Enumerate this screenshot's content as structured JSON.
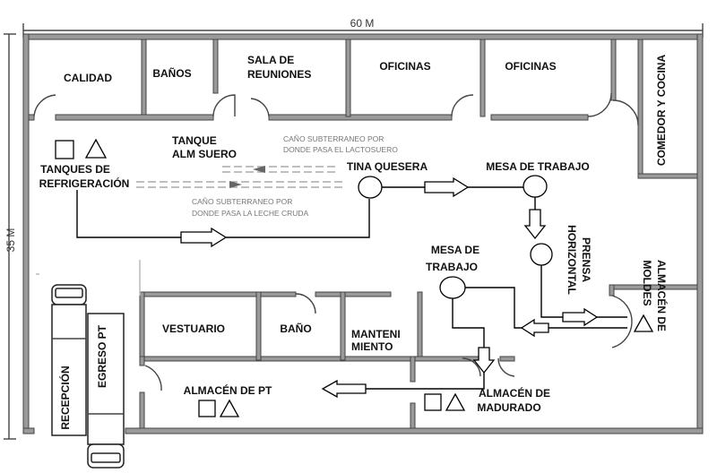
{
  "dimensions": {
    "width_label": "60 M",
    "height_label": "35 M"
  },
  "rooms": {
    "calidad": "CALIDAD",
    "banos": "BAÑOS",
    "sala_l1": "SALA DE",
    "sala_l2": "REUNIONES",
    "oficinas_1": "OFICINAS",
    "oficinas_2": "OFICINAS",
    "comedor": "COMEDOR Y COCINA",
    "almacen_moldes_l1": "ALMACÉN DE",
    "almacen_moldes_l2": "MOLDES",
    "vestuario": "VESTUARIO",
    "bano": "BAÑO",
    "manteni_l1": "MANTENI",
    "manteni_l2": "MIENTO",
    "almacen_pt": "ALMACÉN DE PT",
    "almacen_madurado_l1": "ALMACÉN DE",
    "almacen_madurado_l2": "MADURADO"
  },
  "equipment": {
    "tanques_l1": "TANQUES DE",
    "tanques_l2": "REFRIGERACIÓN",
    "tanque_alm_l1": "TANQUE",
    "tanque_alm_l2": "ALM SUERO",
    "tina": "TINA QUESERA",
    "mesa_1": "MESA DE TRABAJO",
    "mesa_2_l1": "MESA DE",
    "mesa_2_l2": "TRABAJO",
    "prensa_l1": "PRENSA",
    "prensa_l2": "HORIZONTAL"
  },
  "notes": {
    "lactosuero_l1": "CAÑO SUBTERRANEO POR",
    "lactosuero_l2": "DONDE PASA EL LACTOSUERO",
    "leche_l1": "CAÑO SUBTERRANEO POR",
    "leche_l2": "DONDE PASA LA LECHE CRUDA"
  },
  "vehicles": {
    "recepcion": "RECEPCIÓN",
    "egreso": "EGRESO PT"
  }
}
